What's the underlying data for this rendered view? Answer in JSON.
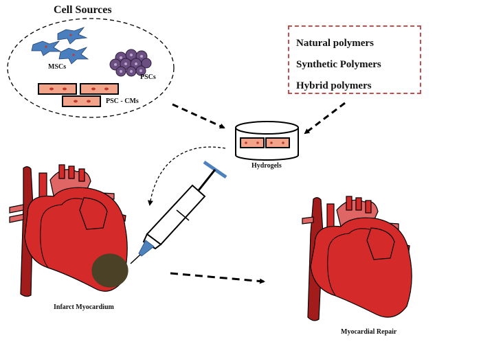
{
  "title": "Cell Sources",
  "cells": {
    "mscs": "MSCs",
    "pscs": "PSCs",
    "psc_cms": "PSC - CMs"
  },
  "polymers": {
    "items": [
      "Natural polymers",
      "Synthetic Polymers",
      "Hybrid polymers"
    ],
    "border_color": "#c0504d"
  },
  "hydrogels_label": "Hydrogels",
  "infarct_label": "Infarct Myocardium",
  "repair_label": "Myocardial Repair",
  "colors": {
    "heart_red": "#d42a2a",
    "heart_dark": "#a31c1c",
    "vessel_light": "#e06666",
    "infarct": "#4a4127",
    "msc_blue": "#4a7fbf",
    "psc_purple": "#6b4f82",
    "cm_orange": "#f2a48a",
    "needle_blue": "#4f81bd"
  }
}
